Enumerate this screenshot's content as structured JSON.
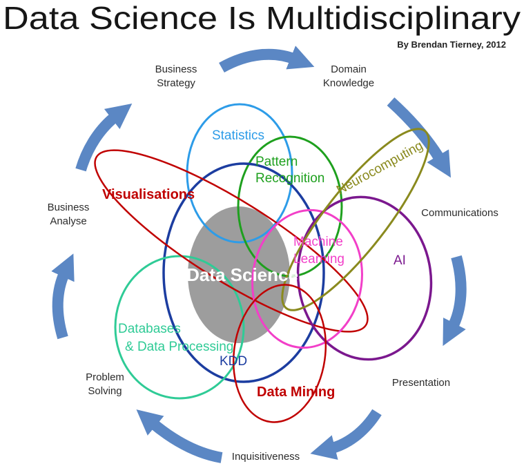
{
  "header": {
    "title": "Data Science Is Multidisciplinary",
    "byline": "By Brendan Tierney, 2012"
  },
  "center": {
    "label": "Data Science",
    "fill": "#9d9d9d",
    "text_color": "#ffffff"
  },
  "disciplines": {
    "statistics": {
      "label": "Statistics",
      "color": "#2d9ce8"
    },
    "pattern_recognition": {
      "line1": "Pattern",
      "line2": "Recognition",
      "color": "#1ea01e"
    },
    "neurocomputing": {
      "label": "Neurocomputing",
      "color": "#8a8a1e"
    },
    "machine_learning": {
      "line1": "Machine",
      "line2": "Learning",
      "color": "#f23fc8"
    },
    "ai": {
      "label": "AI",
      "color": "#7b188e"
    },
    "kdd": {
      "label": "KDD",
      "color": "#1c3da0"
    },
    "databases": {
      "line1": "Databases",
      "line2": "& Data Processing",
      "color": "#2fcb96"
    },
    "visualisations": {
      "label": "Visualisations",
      "color": "#c00000"
    },
    "data_mining": {
      "label": "Data Mining",
      "color": "#c00000"
    }
  },
  "cycle_labels": {
    "business_strategy": {
      "line1": "Business",
      "line2": "Strategy"
    },
    "domain_knowledge": {
      "line1": "Domain",
      "line2": "Knowledge"
    },
    "communications": {
      "label": "Communications"
    },
    "presentation": {
      "label": "Presentation"
    },
    "inquisitiveness": {
      "label": "Inquisitiveness"
    },
    "problem_solving": {
      "line1": "Problem",
      "line2": "Solving"
    },
    "business_analyse": {
      "line1": "Business",
      "line2": "Analyse"
    }
  },
  "arrows": {
    "color": "#5b87c4"
  }
}
